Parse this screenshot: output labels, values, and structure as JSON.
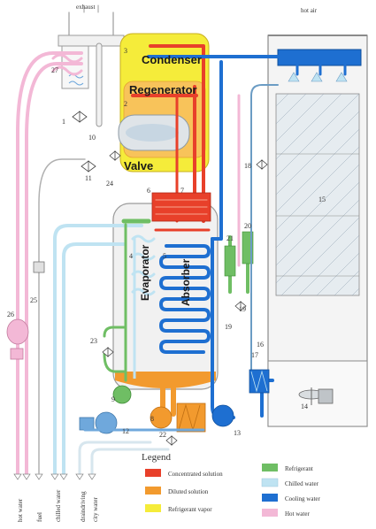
{
  "labels": {
    "exhaust": "exhaust",
    "hot_air": "hot air",
    "condenser": "Condenser",
    "regenerator": "Regenerator",
    "valve": "Valve",
    "evaporator": "Evaporator",
    "absorber": "Absorber"
  },
  "bottom_labels": [
    "hot water",
    "fuel",
    "chilled water",
    "draindriving",
    "city water"
  ],
  "numbers": {
    "n27": "27",
    "n1": "1",
    "n10": "10",
    "n11": "11",
    "n24": "24",
    "n2": "2",
    "n3": "3",
    "n6": "6",
    "n7": "7",
    "n4": "4",
    "n5": "5",
    "n18": "18",
    "n15": "15",
    "n20": "20",
    "n21": "21",
    "n19a": "19",
    "n19b": "19",
    "n16": "16",
    "n17": "17",
    "n25": "25",
    "n26": "26",
    "n23": "23",
    "n9": "9",
    "n8": "8",
    "n13": "13",
    "n12": "12",
    "n22": "22",
    "n14": "14"
  },
  "legend": {
    "title": "Legend",
    "items": [
      {
        "label": "Concentrated solution",
        "color": "#e8402a"
      },
      {
        "label": "Diluted solution",
        "color": "#f29a2e"
      },
      {
        "label": "Refrigerant vapor",
        "color": "#f5ec3a"
      },
      {
        "label": "Refrigerant",
        "color": "#6fbe64"
      },
      {
        "label": "Chilled water",
        "color": "#bfe3f2"
      },
      {
        "label": "Cooling water",
        "color": "#1e6fd1"
      },
      {
        "label": "Hot water",
        "color": "#f3b8d6"
      }
    ]
  },
  "colors": {
    "concentrated": "#e8402a",
    "diluted": "#f29a2e",
    "vapor": "#f5ec3a",
    "refrigerant": "#6fbe64",
    "chilled": "#bfe3f2",
    "cooling": "#1e6fd1",
    "hot": "#f3b8d6"
  }
}
